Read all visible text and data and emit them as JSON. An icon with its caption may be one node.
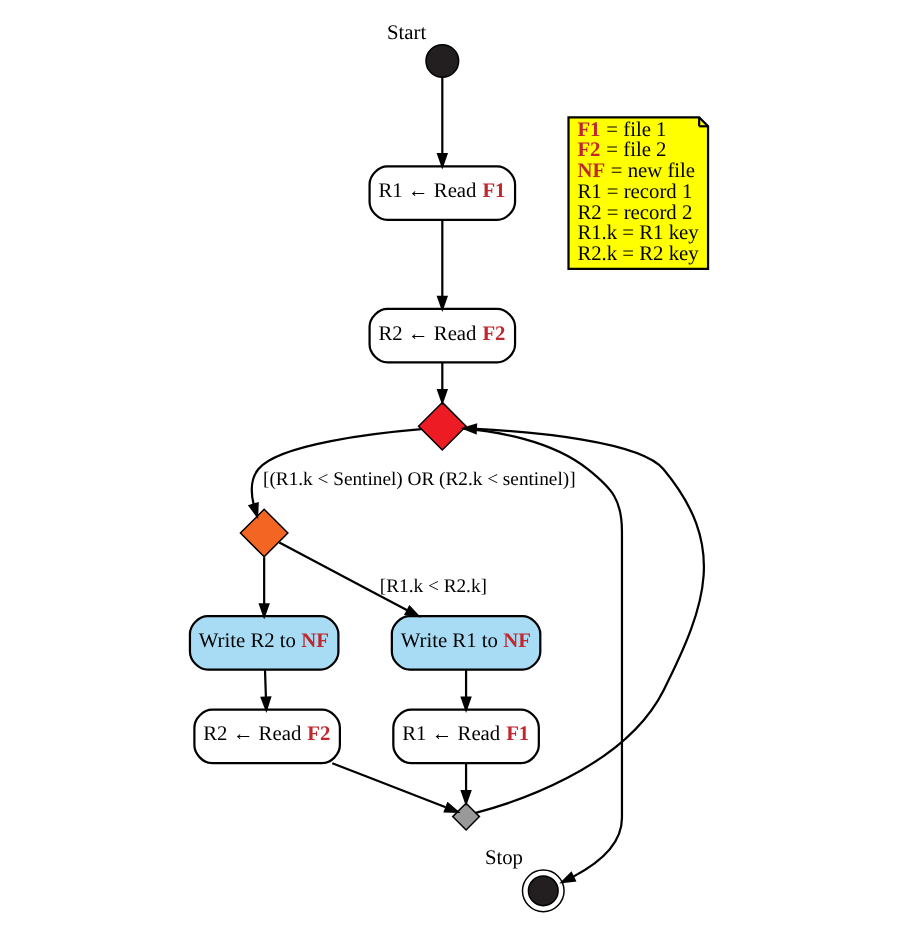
{
  "diagram": {
    "nodes": [
      {
        "text": [],
        "shape": "circle",
        "beside": [
          "Start"
        ]
      },
      {
        "text": [
          "R1 ← Read **F1**"
        ]
      },
      {
        "text": [
          "R2 ← Read **F2**"
        ]
      },
      {
        "text": [],
        "shape": "diamond"
      },
      {
        "text": [],
        "shape": "diamond"
      },
      {
        "text": [
          "Write R2 to **NF**"
        ]
      },
      {
        "text": [
          "R2 ← Read **F2**"
        ]
      },
      {
        "text": [
          "Write R1 to **NF**"
        ]
      },
      {
        "text": [
          "R1 ← Read **F1**"
        ]
      },
      {
        "text": [],
        "shape": "diamond"
      },
      {
        "text": [],
        "shape": "circle",
        "beside": [
          "Stop"
        ]
      },
      {
        "text": [
          "**F1** = file 1",
          "**F2** = file 2",
          "**NF** = new file",
          "R1 = record 1",
          "R2 = record 2",
          "R1.k = R1 key",
          "R2.k = R2 key"
        ]
      }
    ],
    "edges": [
      {
        "from": 0,
        "to": 1,
        "arrow": "to"
      },
      {
        "from": 1,
        "to": 2,
        "arrow": "to"
      },
      {
        "from": 2,
        "to": 3,
        "arrow": "to"
      },
      {
        "from": 3,
        "to": 4,
        "arrow": "to",
        "label": "[(R1.k < Sentinel) OR (R2.k < sentinel)]"
      },
      {
        "from": 3,
        "to": 10,
        "arrow": "to"
      },
      {
        "from": 4,
        "to": 5,
        "arrow": "to"
      },
      {
        "from": 4,
        "to": 7,
        "arrow": "to",
        "label": "[R1.k < R2.k]"
      },
      {
        "from": 5,
        "to": 6,
        "arrow": "to"
      },
      {
        "from": 7,
        "to": 8,
        "arrow": "to"
      },
      {
        "from": 6,
        "to": 9,
        "arrow": "to"
      },
      {
        "from": 8,
        "to": 9,
        "arrow": "to"
      },
      {
        "from": 9,
        "to": 3,
        "arrow": "to"
      }
    ]
  }
}
